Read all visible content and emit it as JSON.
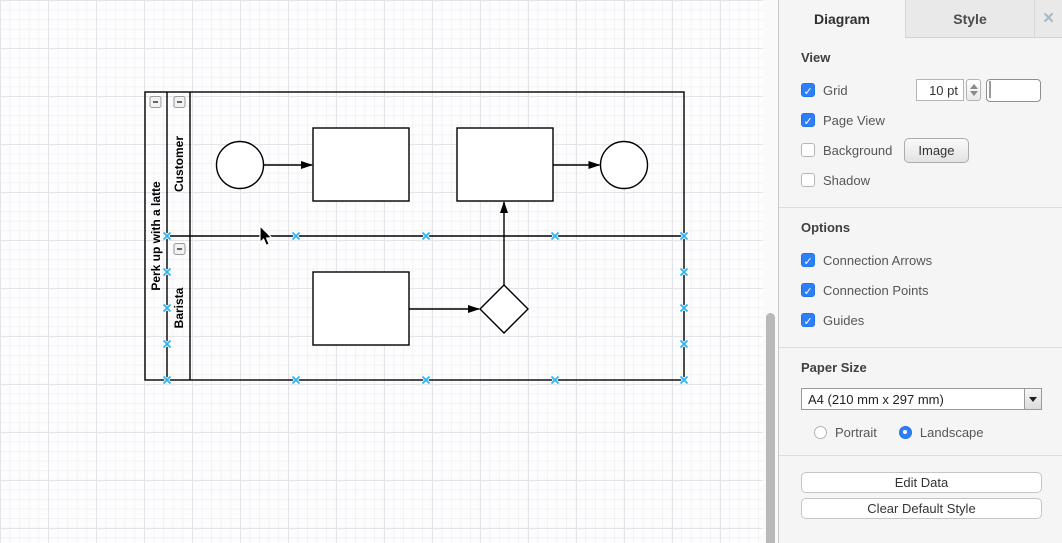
{
  "panel": {
    "tabs": [
      {
        "label": "Diagram",
        "active": true
      },
      {
        "label": "Style",
        "active": false
      }
    ],
    "close_icon": "×",
    "view": {
      "heading": "View",
      "grid": {
        "label": "Grid",
        "checked": true,
        "size_value": "10 pt"
      },
      "page_view": {
        "label": "Page View",
        "checked": true
      },
      "background": {
        "label": "Background",
        "checked": false,
        "image_button_label": "Image"
      },
      "shadow": {
        "label": "Shadow",
        "checked": false
      }
    },
    "options": {
      "heading": "Options",
      "items": [
        {
          "label": "Connection Arrows",
          "checked": true
        },
        {
          "label": "Connection Points",
          "checked": true
        },
        {
          "label": "Guides",
          "checked": true
        }
      ]
    },
    "paper_size": {
      "heading": "Paper Size",
      "selected": "A4 (210 mm x 297 mm)",
      "orientation": {
        "portrait_label": "Portrait",
        "landscape_label": "Landscape",
        "selected": "Landscape"
      }
    },
    "buttons": [
      {
        "label": "Edit Data"
      },
      {
        "label": "Clear Default Style"
      }
    ],
    "accent_color": "#2d7ff9"
  },
  "canvas": {
    "pool": {
      "title": "Perk up with a latte",
      "lanes": [
        {
          "label": "Customer",
          "shapes": [
            "start-event",
            "task",
            "task",
            "end-event"
          ]
        },
        {
          "label": "Barista",
          "shapes": [
            "task",
            "exclusive-gateway"
          ]
        }
      ],
      "collapse_icon": "minus"
    },
    "selection": {
      "connection_point_color": "#29b6f2",
      "selected_lane": "Barista"
    },
    "grid": {
      "minor_color": "#f2f2f6",
      "major_color": "#e3e3ea"
    }
  }
}
